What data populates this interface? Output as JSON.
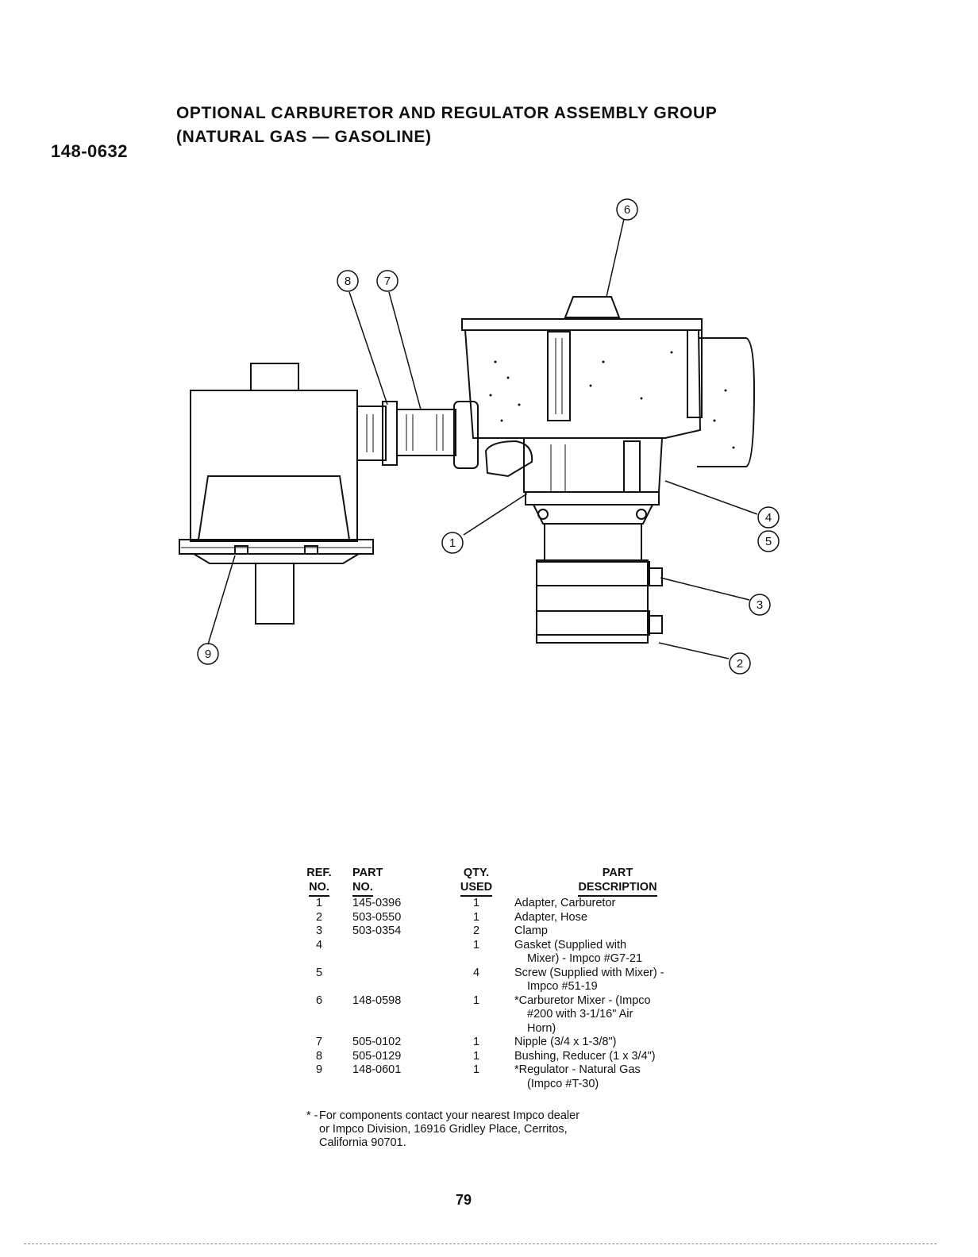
{
  "document": {
    "doc_number": "148-0632",
    "title_line1": "OPTIONAL CARBURETOR AND REGULATOR ASSEMBLY GROUP",
    "title_line2": "(NATURAL GAS — GASOLINE)",
    "page_number": "79"
  },
  "diagram": {
    "callouts": [
      "1",
      "2",
      "3",
      "4",
      "5",
      "6",
      "7",
      "8",
      "9"
    ]
  },
  "table": {
    "headers": {
      "ref_line1": "REF.",
      "ref_line2": "NO.",
      "part_line1": "PART",
      "part_line2": "NO.",
      "qty_line1": "QTY.",
      "qty_line2": "USED",
      "desc_line1": "PART",
      "desc_line2": "DESCRIPTION"
    },
    "rows": [
      {
        "ref": "1",
        "part": "145-0396",
        "qty": "1",
        "desc": [
          "Adapter, Carburetor"
        ]
      },
      {
        "ref": "2",
        "part": "503-0550",
        "qty": "1",
        "desc": [
          "Adapter, Hose"
        ]
      },
      {
        "ref": "3",
        "part": "503-0354",
        "qty": "2",
        "desc": [
          "Clamp"
        ]
      },
      {
        "ref": "4",
        "part": "",
        "qty": "1",
        "desc": [
          "Gasket (Supplied with",
          "Mixer) - Impco #G7-21"
        ]
      },
      {
        "ref": "5",
        "part": "",
        "qty": "4",
        "desc": [
          "Screw (Supplied with Mixer) -",
          "Impco #51-19"
        ]
      },
      {
        "ref": "6",
        "part": "148-0598",
        "qty": "1",
        "desc": [
          "*Carburetor Mixer - (Impco",
          "#200 with 3-1/16\" Air",
          "Horn)"
        ]
      },
      {
        "ref": "7",
        "part": "505-0102",
        "qty": "1",
        "desc": [
          "Nipple (3/4 x 1-3/8\")"
        ]
      },
      {
        "ref": "8",
        "part": "505-0129",
        "qty": "1",
        "desc": [
          "Bushing, Reducer (1 x 3/4\")"
        ]
      },
      {
        "ref": "9",
        "part": "148-0601",
        "qty": "1",
        "desc": [
          "*Regulator - Natural Gas",
          "(Impco #T-30)"
        ]
      }
    ]
  },
  "footnote": {
    "mark": "* -",
    "line1": "For components contact your nearest Impco dealer",
    "line2": "or Impco Division, 16916 Gridley Place, Cerritos,",
    "line3": "California 90701."
  }
}
